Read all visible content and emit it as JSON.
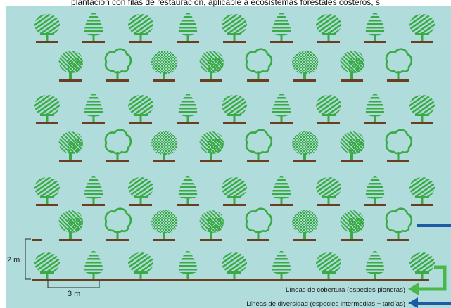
{
  "caption": "plantación con filas de restauración, aplicable a ecosistemas forestales costeros, s",
  "colors": {
    "background": "#b1dcdc",
    "tree_green": "#3aaa45",
    "trunk_brown": "#6b3e22",
    "green_arrow": "#49b848",
    "blue_arrow": "#1d5ba4"
  },
  "dimensions": {
    "vertical": "2 m",
    "horizontal": "3 m"
  },
  "legend": {
    "cobertura": "Líneas de cobertura (especies pioneras)",
    "diversidad": "Líneas de diversidad (especies intermedias + tardías)"
  },
  "tree_styles": {
    "cobertura": [
      "hatched-round-tree-icon",
      "striped-cone-tree-icon"
    ],
    "diversidad": [
      "mixed-pattern-tree-icon",
      "outline-tree-icon",
      "dotted-tree-icon"
    ]
  }
}
